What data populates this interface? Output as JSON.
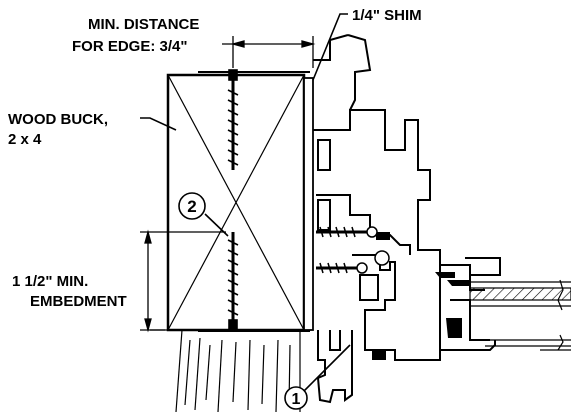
{
  "labels": {
    "min_distance_line1": "MIN. DISTANCE",
    "min_distance_line2": "FOR EDGE: 3/4\"",
    "shim": "1/4\" SHIM",
    "wood_buck_line1": "WOOD BUCK,",
    "wood_buck_line2": "2 x 4",
    "embedment_line1": "1 1/2\" MIN.",
    "embedment_line2": "EMBEDMENT"
  },
  "callouts": {
    "screw": "2",
    "frame": "1"
  }
}
